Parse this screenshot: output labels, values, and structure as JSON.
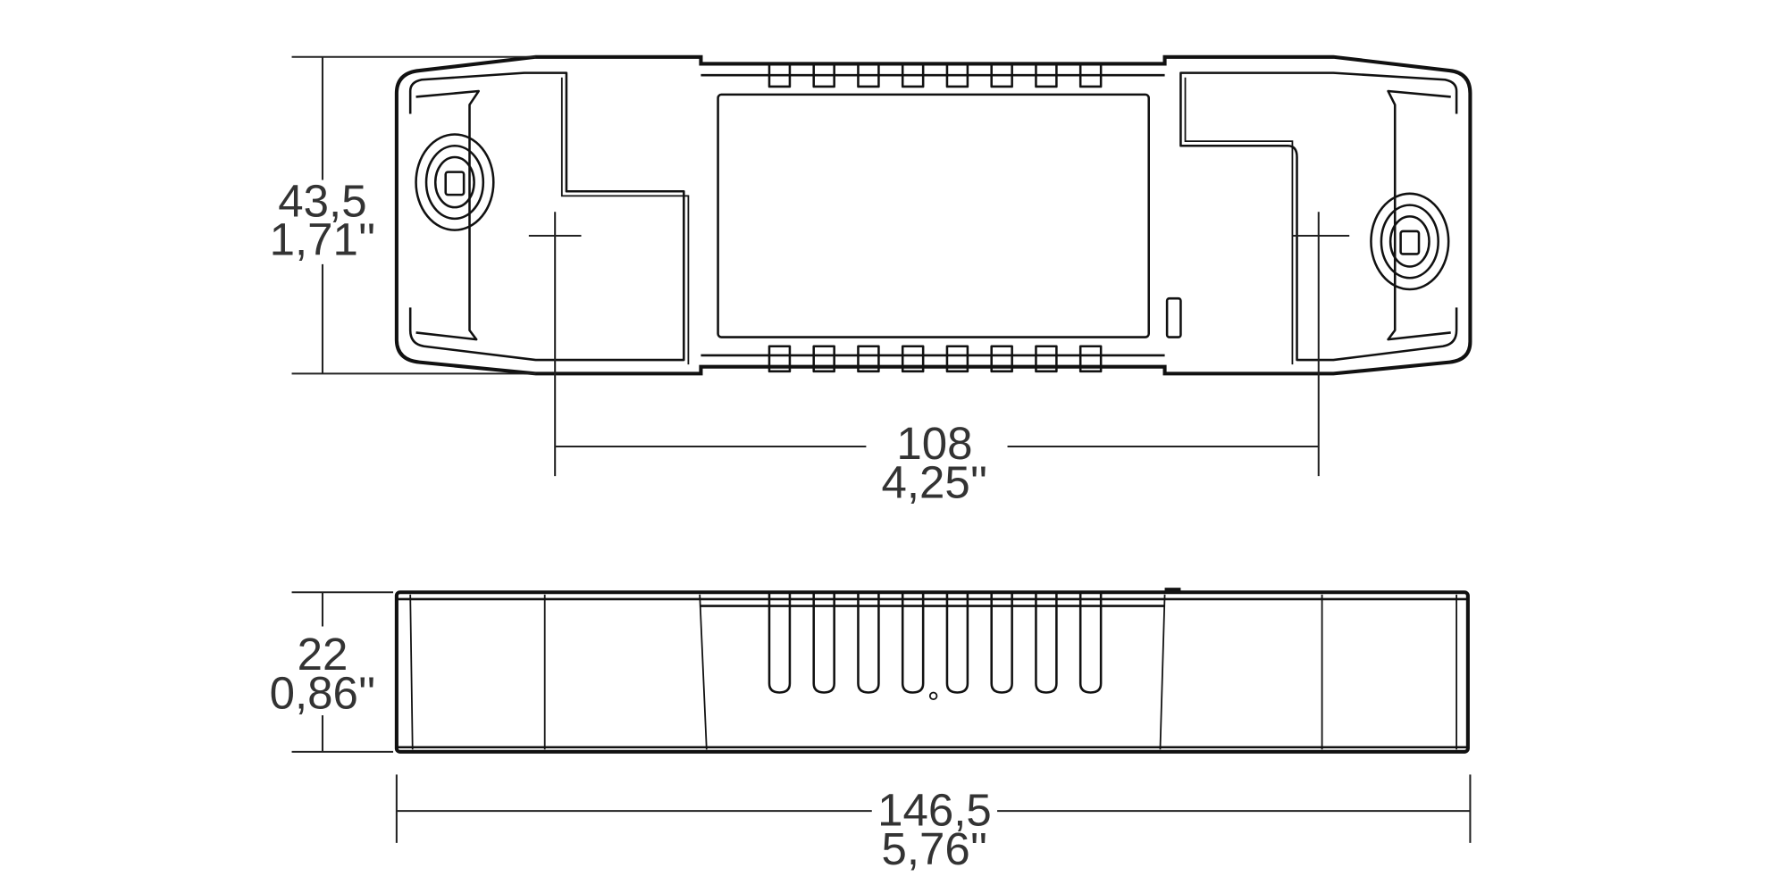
{
  "drawing": {
    "top_view": {
      "height_mm": "43,5",
      "height_in": "1,71''",
      "hole_spacing_mm": "108",
      "hole_spacing_in": "4,25''",
      "vent_slots_per_side": 8
    },
    "side_view": {
      "height_mm": "22",
      "height_in": "0,86''",
      "length_mm": "146,5",
      "length_in": "5,76''",
      "vent_slots": 8
    }
  }
}
